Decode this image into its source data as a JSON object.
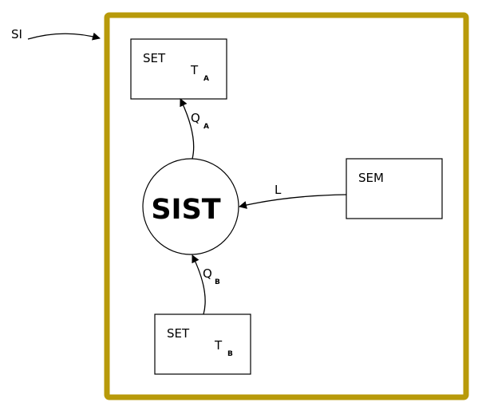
{
  "colors": {
    "frame": "#b89a0a",
    "stroke": "#000000"
  },
  "external_label": "SI",
  "center_node": {
    "label": "SIST"
  },
  "set_a": {
    "label": "SET",
    "var": "T",
    "sub": "A"
  },
  "set_b": {
    "label": "SET",
    "var": "T",
    "sub": "B"
  },
  "sem": {
    "label": "SEM"
  },
  "edges": {
    "qa": {
      "var": "Q",
      "sub": "A"
    },
    "qb": {
      "var": "Q",
      "sub": "B"
    },
    "l": {
      "label": "L"
    }
  }
}
